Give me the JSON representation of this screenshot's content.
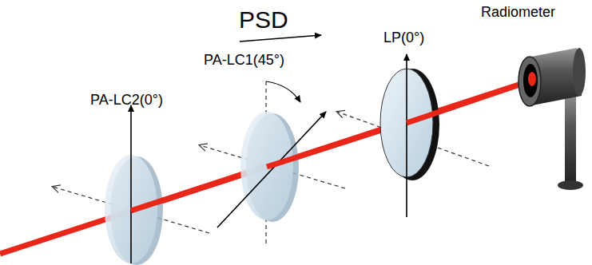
{
  "diagram": {
    "labels": [
      "PSD",
      "PA-LC2(0°)",
      "PA-LC1(45°)",
      "LP(0°)",
      "Radiometer"
    ]
  }
}
